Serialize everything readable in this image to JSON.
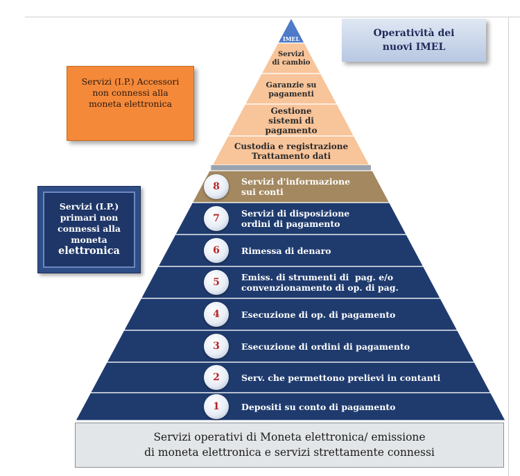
{
  "title_box": {
    "text": "Operatività dei nuovi IMEL"
  },
  "apex_label": "IMEL",
  "upper_tiers": [
    {
      "name": "tier-servizi-di-cambio",
      "text": "Servizi\ndi cambio"
    },
    {
      "name": "tier-garanzie",
      "text": "Garanzie su\npagamenti"
    },
    {
      "name": "tier-gestione-sistemi",
      "text": "Gestione\nsistemi di\npagamento"
    },
    {
      "name": "tier-custodia",
      "text": "Custodia e registrazione\nTrattamento dati"
    }
  ],
  "accessory_box": {
    "text": "Servizi (I.P.) Accessori\nnon connessi alla\nmoneta elettronica"
  },
  "primary_box": {
    "text": "Servizi (I.P.)\nprimari non\nconnessi alla\nmoneta",
    "text_big": "elettronica"
  },
  "levels": [
    {
      "number": "8",
      "text": "Servizi d'informazione\nsui conti"
    },
    {
      "number": "7",
      "text": "Servizi di disposizione\nordini di pagamento"
    },
    {
      "number": "6",
      "text": "Rimessa di denaro"
    },
    {
      "number": "5",
      "text": "Emiss. di strumenti di  pag. e/o\nconvenzionamento di op. di pag."
    },
    {
      "number": "4",
      "text": "Esecuzione di op. di pagamento"
    },
    {
      "number": "3",
      "text": "Esecuzione di ordini di pagamento"
    },
    {
      "number": "2",
      "text": "Serv. che permettono prelievi in contanti"
    },
    {
      "number": "1",
      "text": "Depositi su conto di pagamento"
    }
  ],
  "bottom_box": {
    "text": "Servizi operativi di Moneta elettronica/ emissione\ndi moneta elettronica e servizi strettamente connessi"
  },
  "colors": {
    "navy": "#1f3b6e",
    "brown": "#a38860",
    "peach": "#f8c49a",
    "apex_blue": "#4d7ac9",
    "orange": "#f5893a",
    "number_red": "#b3262a"
  }
}
